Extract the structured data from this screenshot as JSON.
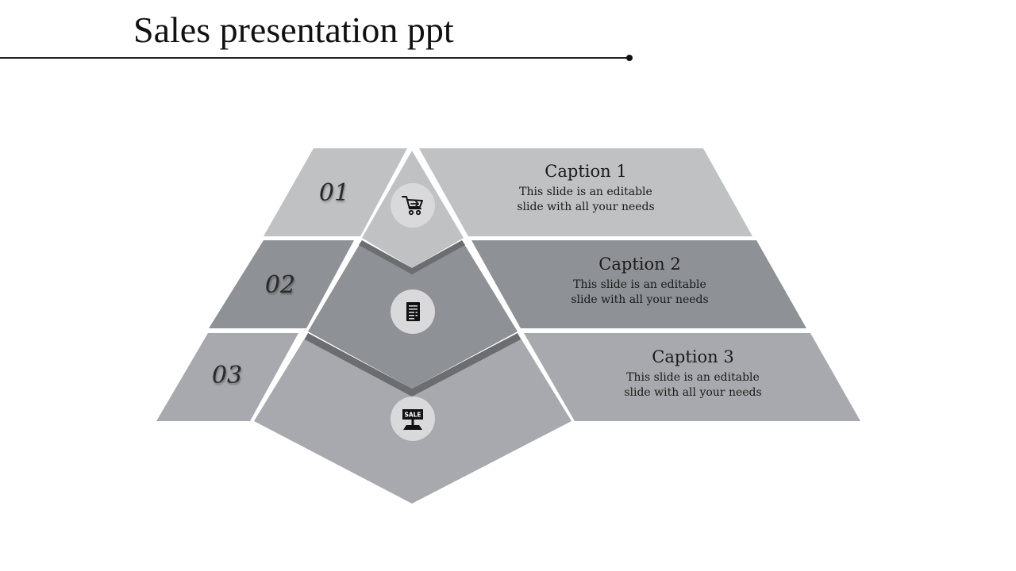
{
  "title": "Sales presentation ppt",
  "colors": {
    "row1": "#c0c1c3",
    "row2": "#8e9195",
    "row3": "#a8a9ae",
    "shadow": "#6b6d71",
    "icon_bg": "#d9d9db"
  },
  "steps": [
    {
      "number": "01",
      "caption": "Caption 1",
      "text_line1": "This slide is an editable",
      "text_line2": "slide with all your needs",
      "icon": "shopping-cart-icon"
    },
    {
      "number": "02",
      "caption": "Caption 2",
      "text_line1": "This slide is an editable",
      "text_line2": "slide with all your needs",
      "icon": "document-icon"
    },
    {
      "number": "03",
      "caption": "Caption 3",
      "text_line1": "This slide is an editable",
      "text_line2": "slide with all your needs",
      "icon": "sale-sign-icon"
    }
  ],
  "sale_label": "SALE"
}
